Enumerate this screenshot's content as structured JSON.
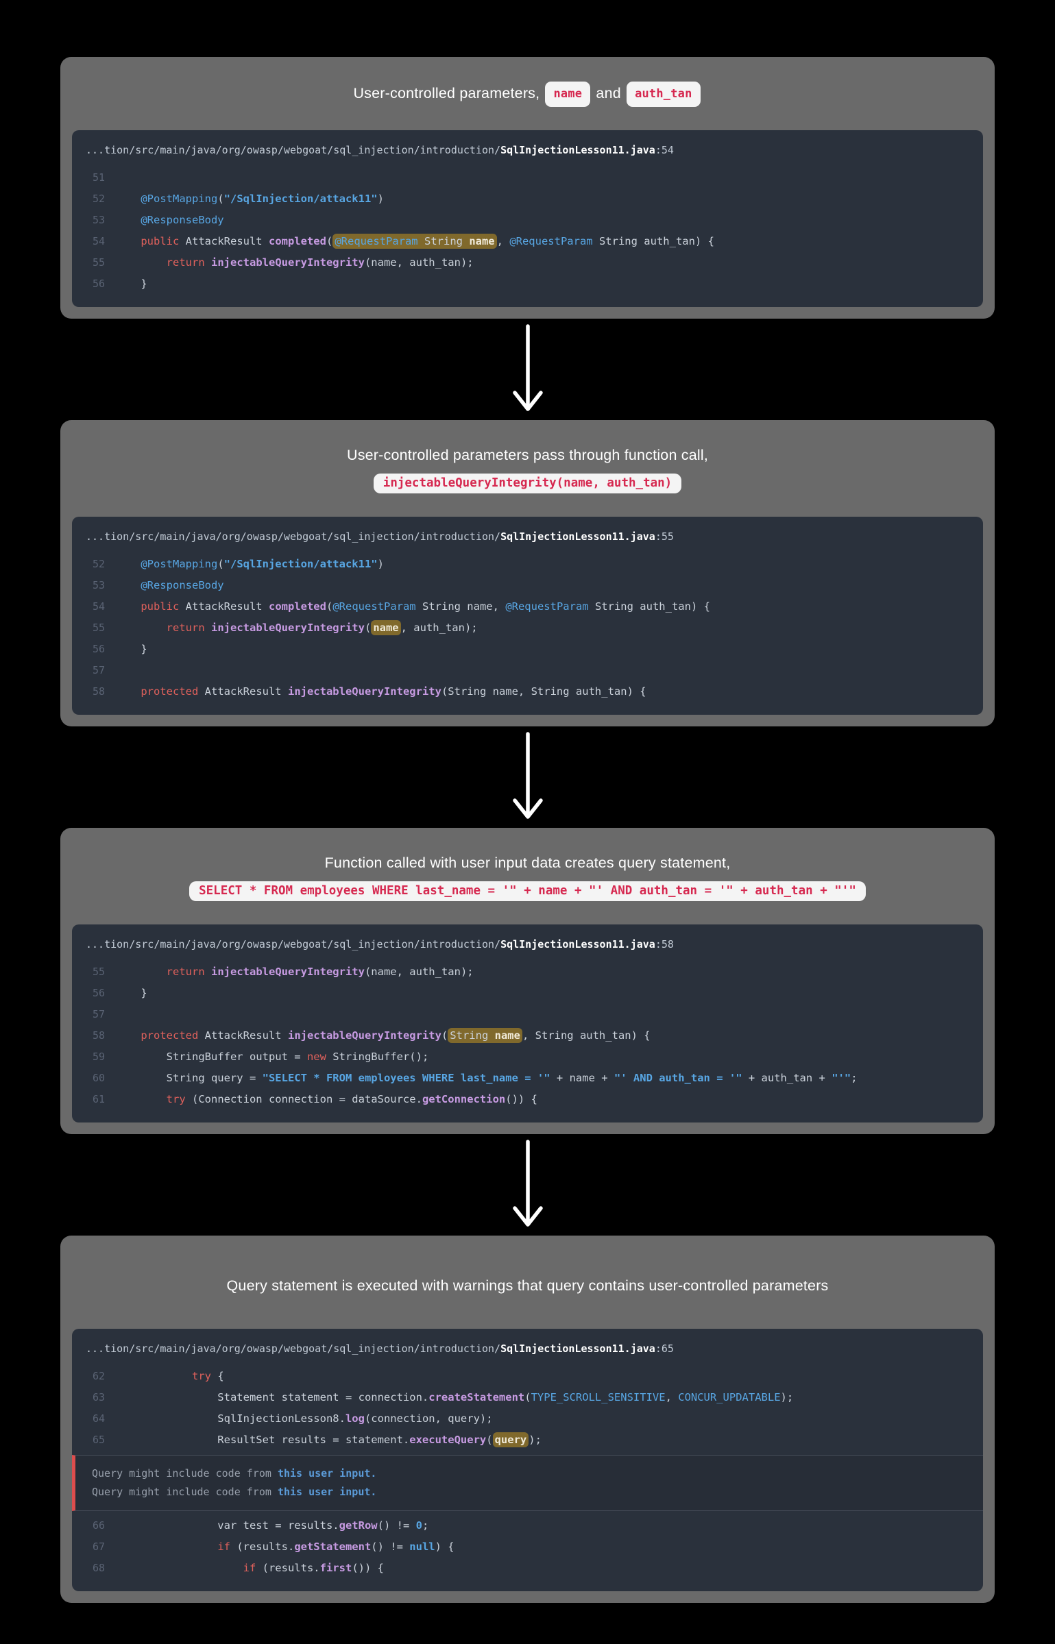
{
  "colors": {
    "page_bg": "#000000",
    "panel_bg": "#6a6a6a",
    "code_bg": "#2a313c",
    "badge_bg": "#f4f4f4",
    "badge_text": "#d62950",
    "keyword_red": "#e0615c",
    "annotation_blue": "#58a6e3",
    "method_purple": "#c79be2",
    "highlight_gold": "#80692c",
    "warning_border_red": "#dd4d4d",
    "warning_link_blue": "#5b9bd8",
    "arrow_white": "#ffffff"
  },
  "arrow_icon": "down-arrow",
  "panels": [
    {
      "title_segments": [
        {
          "text": "User-controlled parameters, "
        },
        {
          "text": "name",
          "badge": true
        },
        {
          "text": " and "
        },
        {
          "text": "auth_tan",
          "badge": true
        }
      ],
      "subtitle_badge": null,
      "file_path": {
        "prefix": "...tion/src/main/java/org/owasp/webgoat/sql_injection/introduction/",
        "file": "SqlInjectionLesson11.java",
        "line_ref": ":54"
      },
      "code": [
        {
          "num": "51",
          "tokens": []
        },
        {
          "num": "52",
          "tokens": [
            {
              "t": "    "
            },
            {
              "t": "@PostMapping",
              "c": "ann"
            },
            {
              "t": "("
            },
            {
              "t": "\"/SqlInjection/attack11\"",
              "c": "str"
            },
            {
              "t": ")"
            }
          ]
        },
        {
          "num": "53",
          "tokens": [
            {
              "t": "    "
            },
            {
              "t": "@ResponseBody",
              "c": "ann"
            }
          ]
        },
        {
          "num": "54",
          "tokens": [
            {
              "t": "    "
            },
            {
              "t": "public",
              "c": "kw"
            },
            {
              "t": " AttackResult "
            },
            {
              "t": "completed",
              "c": "fn"
            },
            {
              "t": "("
            },
            {
              "parts": [
                {
                  "t": "@RequestParam",
                  "c": "ann"
                },
                {
                  "t": " String "
                },
                {
                  "t": "name",
                  "c": "em"
                }
              ]
            },
            {
              "t": ", "
            },
            {
              "t": "@RequestParam",
              "c": "ann"
            },
            {
              "t": " String auth_tan) {"
            }
          ]
        },
        {
          "num": "55",
          "tokens": [
            {
              "t": "        "
            },
            {
              "t": "return",
              "c": "kw"
            },
            {
              "t": " "
            },
            {
              "t": "injectableQueryIntegrity",
              "c": "fn"
            },
            {
              "t": "(name, auth_tan);"
            }
          ]
        },
        {
          "num": "56",
          "tokens": [
            {
              "t": "    }"
            }
          ]
        }
      ]
    },
    {
      "title_segments": [
        {
          "text": "User-controlled parameters pass through function call,"
        }
      ],
      "subtitle_badge": "injectableQueryIntegrity(name, auth_tan)",
      "file_path": {
        "prefix": "...tion/src/main/java/org/owasp/webgoat/sql_injection/introduction/",
        "file": "SqlInjectionLesson11.java",
        "line_ref": ":55"
      },
      "code": [
        {
          "num": "52",
          "tokens": [
            {
              "t": "    "
            },
            {
              "t": "@PostMapping",
              "c": "ann"
            },
            {
              "t": "("
            },
            {
              "t": "\"/SqlInjection/attack11\"",
              "c": "str"
            },
            {
              "t": ")"
            }
          ]
        },
        {
          "num": "53",
          "tokens": [
            {
              "t": "    "
            },
            {
              "t": "@ResponseBody",
              "c": "ann"
            }
          ]
        },
        {
          "num": "54",
          "tokens": [
            {
              "t": "    "
            },
            {
              "t": "public",
              "c": "kw"
            },
            {
              "t": " AttackResult "
            },
            {
              "t": "completed",
              "c": "fn"
            },
            {
              "t": "("
            },
            {
              "t": "@RequestParam",
              "c": "ann"
            },
            {
              "t": " String name, "
            },
            {
              "t": "@RequestParam",
              "c": "ann"
            },
            {
              "t": " String auth_tan) {"
            }
          ]
        },
        {
          "num": "55",
          "tokens": [
            {
              "t": "        "
            },
            {
              "t": "return",
              "c": "kw"
            },
            {
              "t": " "
            },
            {
              "t": "injectableQueryIntegrity",
              "c": "fn"
            },
            {
              "t": "("
            },
            {
              "parts": [
                {
                  "t": "name",
                  "c": "em"
                }
              ]
            },
            {
              "t": ", auth_tan);"
            }
          ]
        },
        {
          "num": "56",
          "tokens": [
            {
              "t": "    }"
            }
          ]
        },
        {
          "num": "57",
          "tokens": []
        },
        {
          "num": "58",
          "tokens": [
            {
              "t": "    "
            },
            {
              "t": "protected",
              "c": "kw"
            },
            {
              "t": " AttackResult "
            },
            {
              "t": "injectableQueryIntegrity",
              "c": "fn"
            },
            {
              "t": "(String name, String auth_tan) {"
            }
          ]
        }
      ]
    },
    {
      "title_segments": [
        {
          "text": "Function called with user input data creates query statement,"
        }
      ],
      "subtitle_badge": "SELECT * FROM employees WHERE last_name = '\" + name + \"' AND auth_tan = '\" + auth_tan + \"'\"",
      "file_path": {
        "prefix": "...tion/src/main/java/org/owasp/webgoat/sql_injection/introduction/",
        "file": "SqlInjectionLesson11.java",
        "line_ref": ":58"
      },
      "code": [
        {
          "num": "55",
          "tokens": [
            {
              "t": "        "
            },
            {
              "t": "return",
              "c": "kw"
            },
            {
              "t": " "
            },
            {
              "t": "injectableQueryIntegrity",
              "c": "fn"
            },
            {
              "t": "(name, auth_tan);"
            }
          ]
        },
        {
          "num": "56",
          "tokens": [
            {
              "t": "    }"
            }
          ]
        },
        {
          "num": "57",
          "tokens": []
        },
        {
          "num": "58",
          "tokens": [
            {
              "t": "    "
            },
            {
              "t": "protected",
              "c": "kw"
            },
            {
              "t": " AttackResult "
            },
            {
              "t": "injectableQueryIntegrity",
              "c": "fn"
            },
            {
              "t": "("
            },
            {
              "parts": [
                {
                  "t": "String "
                },
                {
                  "t": "name",
                  "c": "em"
                }
              ]
            },
            {
              "t": ", String auth_tan) {"
            }
          ]
        },
        {
          "num": "59",
          "tokens": [
            {
              "t": "        StringBuffer output = "
            },
            {
              "t": "new",
              "c": "kw"
            },
            {
              "t": " StringBuffer();"
            }
          ]
        },
        {
          "num": "60",
          "tokens": [
            {
              "t": "        String query = "
            },
            {
              "t": "\"SELECT * FROM employees WHERE last_name = '\"",
              "c": "str"
            },
            {
              "t": " + name + "
            },
            {
              "t": "\"' AND auth_tan = '\"",
              "c": "str"
            },
            {
              "t": " + auth_tan + "
            },
            {
              "t": "\"'\"",
              "c": "str"
            },
            {
              "t": ";"
            }
          ]
        },
        {
          "num": "61",
          "tokens": [
            {
              "t": "        "
            },
            {
              "t": "try",
              "c": "kw"
            },
            {
              "t": " (Connection connection = dataSource."
            },
            {
              "t": "getConnection",
              "c": "fn"
            },
            {
              "t": "()) {"
            }
          ]
        }
      ]
    },
    {
      "title_segments": [
        {
          "text": "Query statement is executed with warnings that query contains user-controlled parameters"
        }
      ],
      "subtitle_badge": null,
      "file_path": {
        "prefix": "...tion/src/main/java/org/owasp/webgoat/sql_injection/introduction/",
        "file": "SqlInjectionLesson11.java",
        "line_ref": ":65"
      },
      "code": [
        {
          "num": "62",
          "tokens": [
            {
              "t": "            "
            },
            {
              "t": "try",
              "c": "kw"
            },
            {
              "t": " {"
            }
          ]
        },
        {
          "num": "63",
          "tokens": [
            {
              "t": "                Statement statement = connection."
            },
            {
              "t": "createStatement",
              "c": "fn"
            },
            {
              "t": "("
            },
            {
              "t": "TYPE_SCROLL_SENSITIVE",
              "c": "cnst"
            },
            {
              "t": ", "
            },
            {
              "t": "CONCUR_UPDATABLE",
              "c": "cnst"
            },
            {
              "t": ");"
            }
          ]
        },
        {
          "num": "64",
          "tokens": [
            {
              "t": "                SqlInjectionLesson8."
            },
            {
              "t": "log",
              "c": "fn"
            },
            {
              "t": "(connection, query);"
            }
          ]
        },
        {
          "num": "65",
          "tokens": [
            {
              "t": "                ResultSet results = statement."
            },
            {
              "t": "executeQuery",
              "c": "fn"
            },
            {
              "t": "("
            },
            {
              "parts": [
                {
                  "t": "query",
                  "c": "em"
                }
              ]
            },
            {
              "t": ");"
            }
          ]
        },
        {
          "type": "warning",
          "lines": [
            [
              {
                "t": "Query might include code from ",
                "c": "wtxt"
              },
              {
                "t": "this user input.",
                "c": "wlink"
              }
            ],
            [
              {
                "t": "Query might include code from ",
                "c": "wtxt"
              },
              {
                "t": "this user input.",
                "c": "wlink"
              }
            ]
          ]
        },
        {
          "num": "66",
          "tokens": [
            {
              "t": "                var test = results."
            },
            {
              "t": "getRow",
              "c": "fn"
            },
            {
              "t": "() != "
            },
            {
              "t": "0",
              "c": "num"
            },
            {
              "t": ";"
            }
          ]
        },
        {
          "num": "67",
          "tokens": [
            {
              "t": "                "
            },
            {
              "t": "if",
              "c": "kw"
            },
            {
              "t": " (results."
            },
            {
              "t": "getStatement",
              "c": "fn"
            },
            {
              "t": "() != "
            },
            {
              "t": "null",
              "c": "num"
            },
            {
              "t": ") {"
            }
          ]
        },
        {
          "num": "68",
          "tokens": [
            {
              "t": "                    "
            },
            {
              "t": "if",
              "c": "kw"
            },
            {
              "t": " (results."
            },
            {
              "t": "first",
              "c": "fn"
            },
            {
              "t": "()) {"
            }
          ]
        }
      ]
    }
  ]
}
